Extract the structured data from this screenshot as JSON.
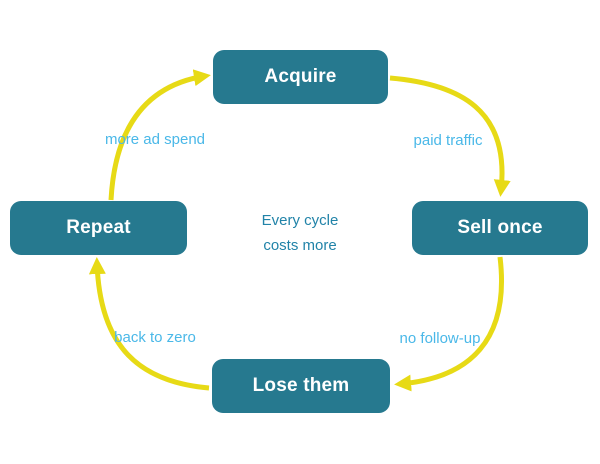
{
  "diagram": {
    "type": "cycle",
    "nodes": [
      {
        "id": "acquire",
        "label": "Acquire",
        "position": "top"
      },
      {
        "id": "sell-once",
        "label": "Sell once",
        "position": "right"
      },
      {
        "id": "lose-them",
        "label": "Lose them",
        "position": "bottom"
      },
      {
        "id": "repeat",
        "label": "Repeat",
        "position": "left"
      }
    ],
    "edges": [
      {
        "from": "acquire",
        "to": "sell-once",
        "label": "paid traffic"
      },
      {
        "from": "sell-once",
        "to": "lose-them",
        "label": "no follow-up"
      },
      {
        "from": "lose-them",
        "to": "repeat",
        "label": "back to zero"
      },
      {
        "from": "repeat",
        "to": "acquire",
        "label": "more ad spend"
      }
    ],
    "center_note": {
      "line1": "Every cycle",
      "line2": "costs more"
    }
  },
  "colors": {
    "node_fill": "#26798f",
    "node_text": "#ffffff",
    "arrow": "#e7da16",
    "edge_label": "#4ab8e8",
    "center_text": "#2183a8",
    "background": "#ffffff"
  }
}
